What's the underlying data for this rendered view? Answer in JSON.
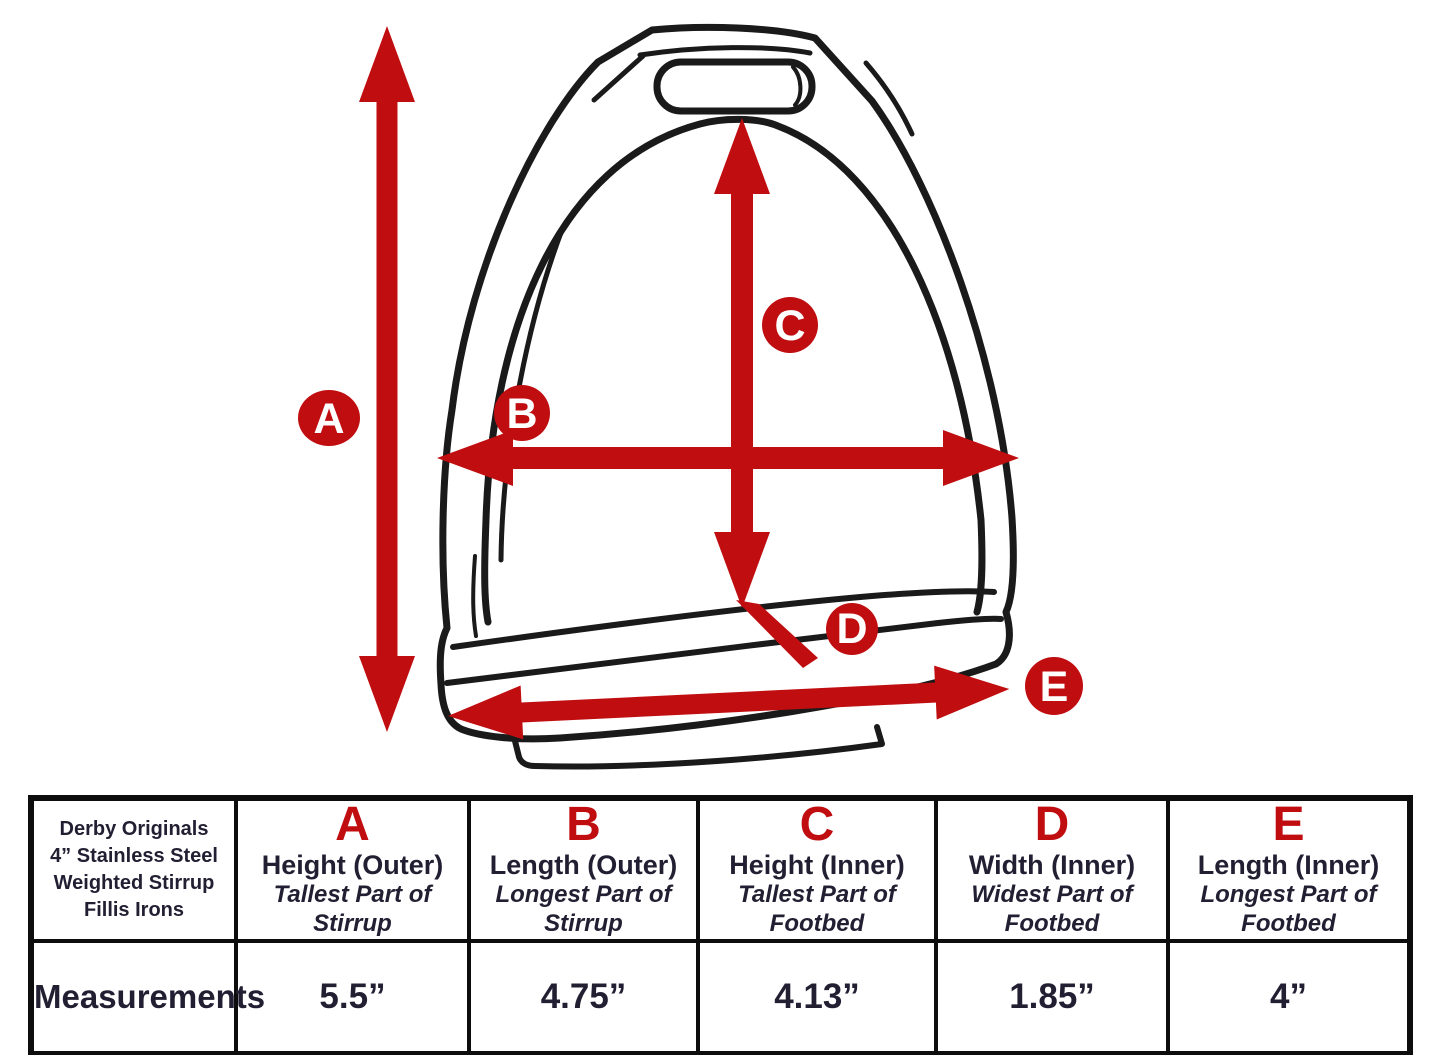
{
  "product": {
    "title_lines": [
      "Derby Originals",
      "4” Stainless Steel",
      "Weighted Stirrup",
      "Fillis Irons"
    ]
  },
  "diagram": {
    "arrow_labels": [
      "A",
      "B",
      "C",
      "D",
      "E"
    ]
  },
  "table": {
    "row_header": "Measurements",
    "columns": [
      {
        "letter": "A",
        "name": "Height (Outer)",
        "subtitle": "Tallest Part of Stirrup",
        "value": "5.5”"
      },
      {
        "letter": "B",
        "name": "Length (Outer)",
        "subtitle": "Longest Part of Stirrup",
        "value": "4.75”"
      },
      {
        "letter": "C",
        "name": "Height (Inner)",
        "subtitle": "Tallest Part of Footbed",
        "value": "4.13”"
      },
      {
        "letter": "D",
        "name": "Width (Inner)",
        "subtitle": "Widest Part of Footbed",
        "value": "1.85”"
      },
      {
        "letter": "E",
        "name": "Length (Inner)",
        "subtitle": "Longest Part of Footbed",
        "value": "4”"
      }
    ]
  },
  "colors": {
    "accent_red": "#C00D10",
    "line_ink": "#1A1A1A",
    "text_ink": "#231F33"
  }
}
